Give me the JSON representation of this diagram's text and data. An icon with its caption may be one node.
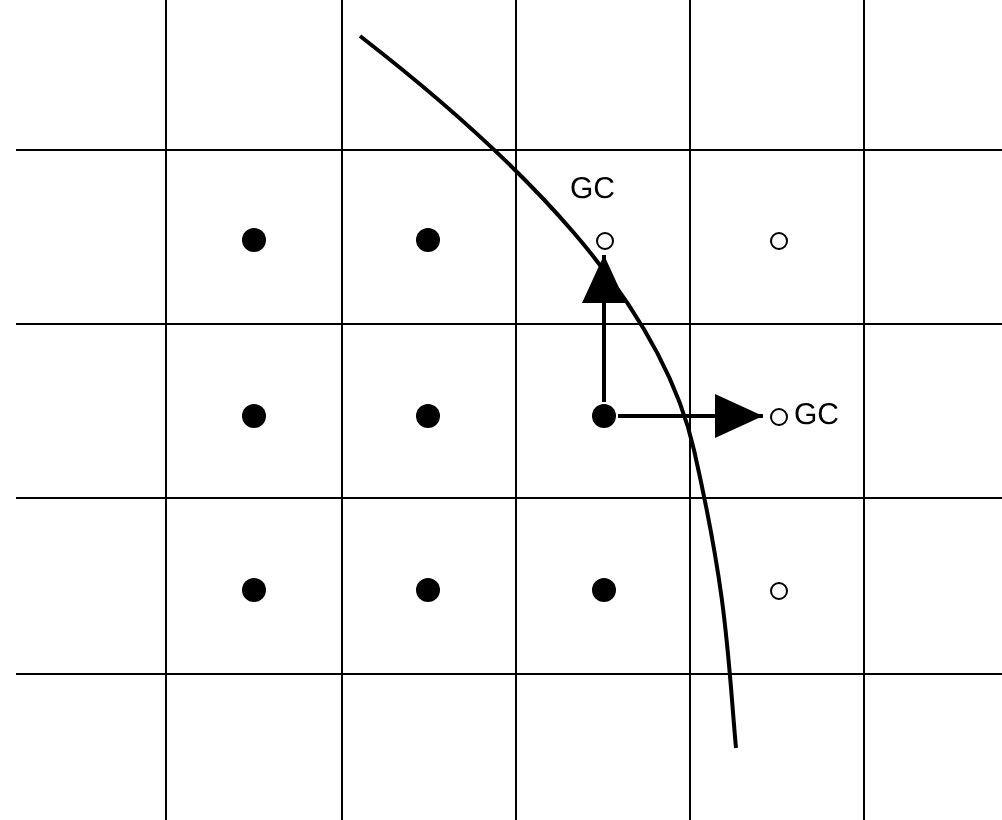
{
  "diagram": {
    "nodes": [
      {
        "text": [],
        "shape": "dot"
      },
      {
        "text": [],
        "shape": "dot"
      },
      {
        "text": [],
        "shape": "circle",
        "beside": [
          "GC"
        ]
      },
      {
        "text": [],
        "shape": "circle"
      },
      {
        "text": [],
        "shape": "dot"
      },
      {
        "text": [],
        "shape": "dot"
      },
      {
        "text": [],
        "shape": "dot"
      },
      {
        "text": [],
        "shape": "circle",
        "beside": [
          "GC"
        ]
      },
      {
        "text": [],
        "shape": "dot"
      },
      {
        "text": [],
        "shape": "dot"
      },
      {
        "text": [],
        "shape": "dot"
      },
      {
        "text": [],
        "shape": "circle"
      }
    ],
    "edges": [
      {
        "from": 6,
        "to": 2,
        "arrow": "to"
      },
      {
        "from": 6,
        "to": 7,
        "arrow": "to"
      }
    ]
  }
}
